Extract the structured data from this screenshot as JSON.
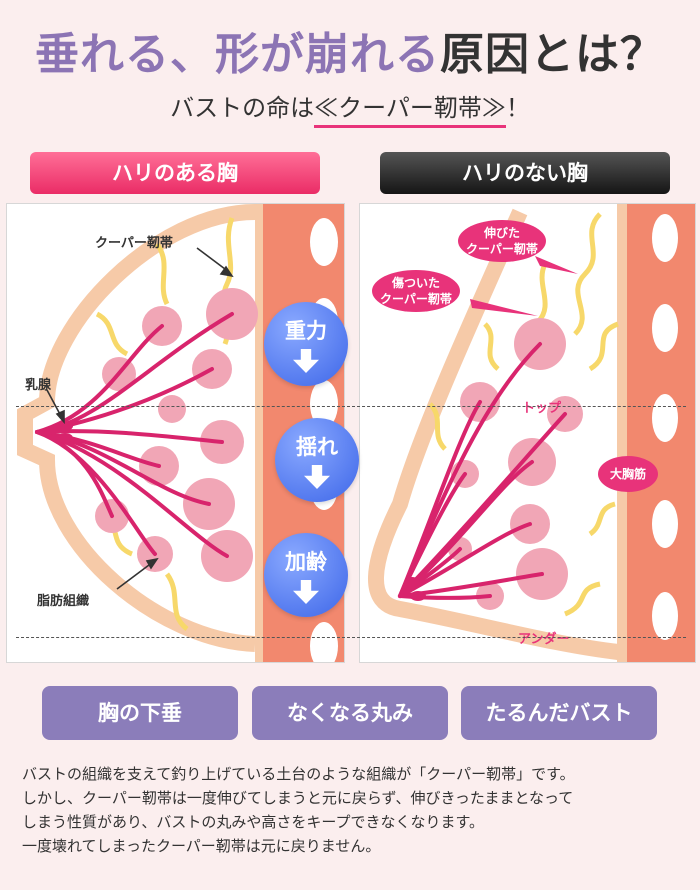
{
  "title": {
    "part1": "垂れる、形が崩れる",
    "part2": "原因とは？"
  },
  "subtitle": {
    "prefix": "バストの命は",
    "highlight": "≪クーパー靭帯≫",
    "suffix": "！"
  },
  "headers": {
    "good": "ハリのある胸",
    "bad": "ハリのない胸"
  },
  "left_panel": {
    "ligament_label": "クーパー靭帯",
    "gland_label": "乳腺",
    "fat_label": "脂肪組織"
  },
  "right_panel": {
    "stretched_label": [
      "伸びた",
      "クーパー靭帯"
    ],
    "damaged_label": [
      "傷ついた",
      "クーパー靭帯"
    ],
    "top_label": "トップ",
    "under_label": "アンダー",
    "muscle_label": "大胸筋"
  },
  "forces": [
    "重力",
    "揺れ",
    "加齢"
  ],
  "results": [
    "胸の下垂",
    "なくなる丸み",
    "たるんだバスト"
  ],
  "body_text": [
    "バストの組織を支えて釣り上げている土台のような組織が「クーパー靭帯」です。",
    "しかし、クーパー靭帯は一度伸びてしまうと元に戻らず、伸びきったままとなって",
    "しまう性質があり、バストの丸みや高さをキープできなくなります。",
    "一度壊れてしまったクーパー靭帯は元に戻りません。"
  ],
  "colors": {
    "accent_pink": "#e8337a",
    "title_purple": "#8c74b4",
    "force_blue": "#3d66e8",
    "result_purple": "#8b7dba",
    "muscle": "#f2886e",
    "skin": "#f6caa8",
    "fat": "#f1a6b6",
    "ligament": "#f7d86a"
  }
}
